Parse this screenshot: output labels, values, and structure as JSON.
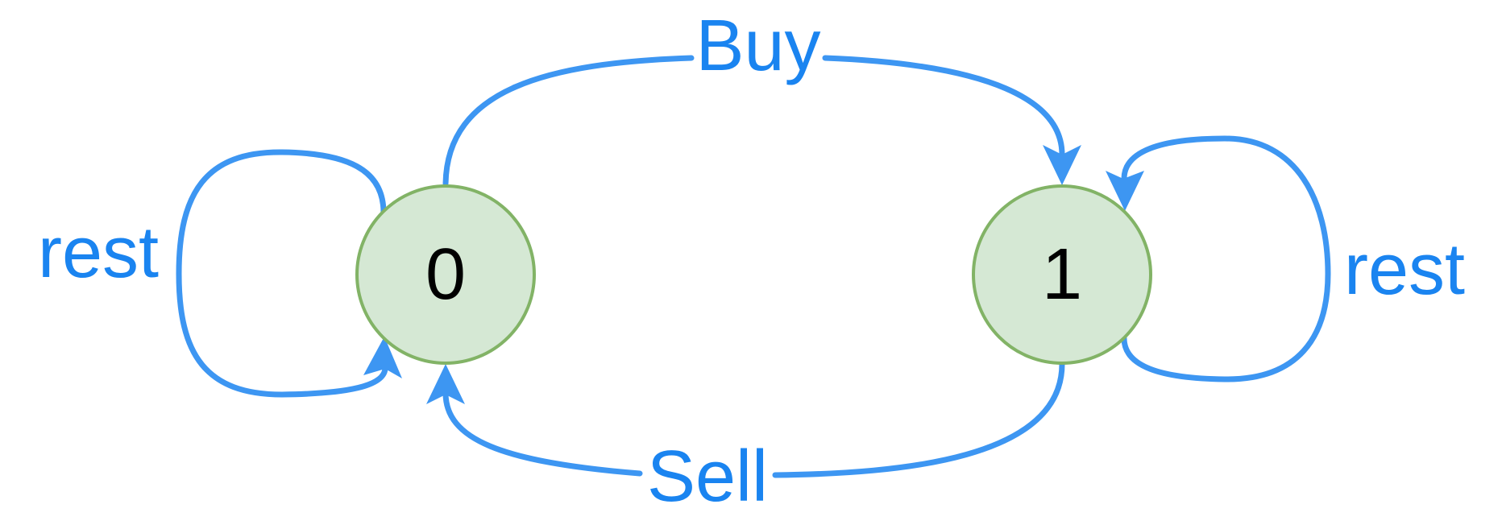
{
  "colors": {
    "edge": "#3d96f2",
    "edge_label": "#1a84f0",
    "node_fill": "#d5e8d4",
    "node_stroke": "#82b366",
    "node_text": "#000000",
    "background": "#ffffff"
  },
  "nodes": [
    {
      "id": "state-0",
      "label": "0"
    },
    {
      "id": "state-1",
      "label": "1"
    }
  ],
  "edges": [
    {
      "id": "buy",
      "from": "0",
      "to": "1",
      "label": "Buy"
    },
    {
      "id": "sell",
      "from": "1",
      "to": "0",
      "label": "Sell"
    },
    {
      "id": "rest-0",
      "from": "0",
      "to": "0",
      "label": "rest"
    },
    {
      "id": "rest-1",
      "from": "1",
      "to": "1",
      "label": "rest"
    }
  ]
}
